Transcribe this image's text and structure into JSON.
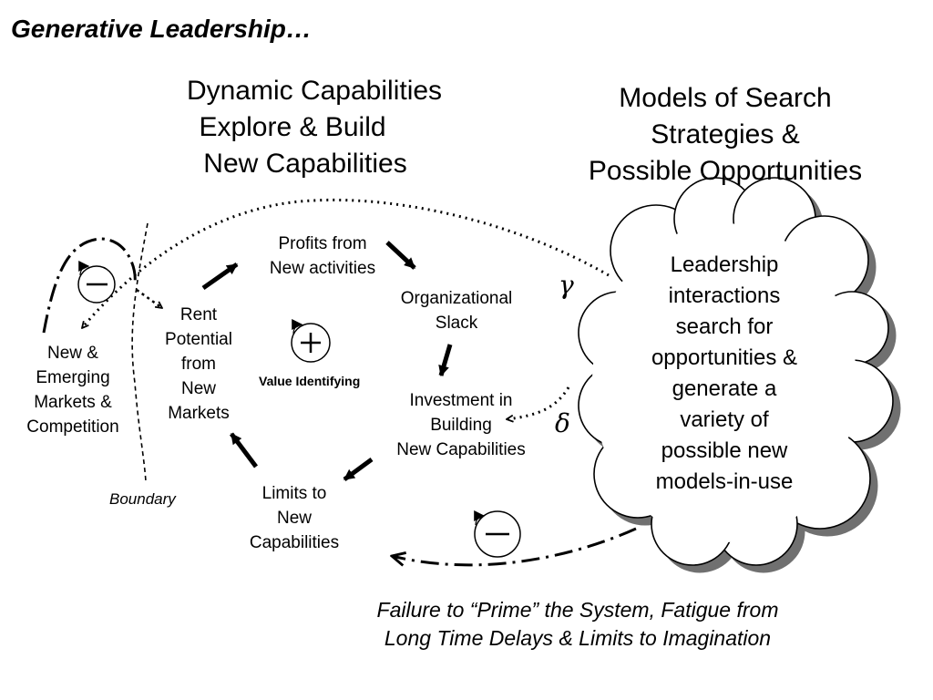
{
  "title": "Generative Leadership…",
  "headings": {
    "dynamic_capabilities": [
      "Dynamic Capabilities",
      "Explore & Build",
      "New Capabilities"
    ],
    "models_of_search": [
      "Models of Search",
      "Strategies &",
      "Possible Opportunities"
    ]
  },
  "nodes": {
    "profits": [
      "Profits from",
      "New activities"
    ],
    "organizational_slack": [
      "Organizational",
      "Slack"
    ],
    "investment": [
      "Investment in",
      "Building",
      "New Capabilities"
    ],
    "limits": [
      "Limits to",
      "New",
      "Capabilities"
    ],
    "rent_potential": [
      "Rent",
      "Potential",
      "from",
      "New",
      "Markets"
    ],
    "new_markets": [
      "New &",
      "Emerging",
      "Markets &",
      "Competition"
    ]
  },
  "loop_labels": {
    "value_identifying": [
      "Value",
      "Identifying"
    ]
  },
  "boundary_label": "Boundary",
  "greek": {
    "gamma": "γ",
    "delta": "δ"
  },
  "cloud_text": [
    "Leadership",
    "interactions",
    "search for",
    "opportunities &",
    "generate a",
    "variety of",
    "possible new",
    "models-in-use"
  ],
  "caption": [
    "Failure to “Prime” the System, Fatigue from",
    "Long Time Delays & Limits to Imagination"
  ],
  "loop_signs": {
    "balancing": "−",
    "reinforcing": "+"
  }
}
